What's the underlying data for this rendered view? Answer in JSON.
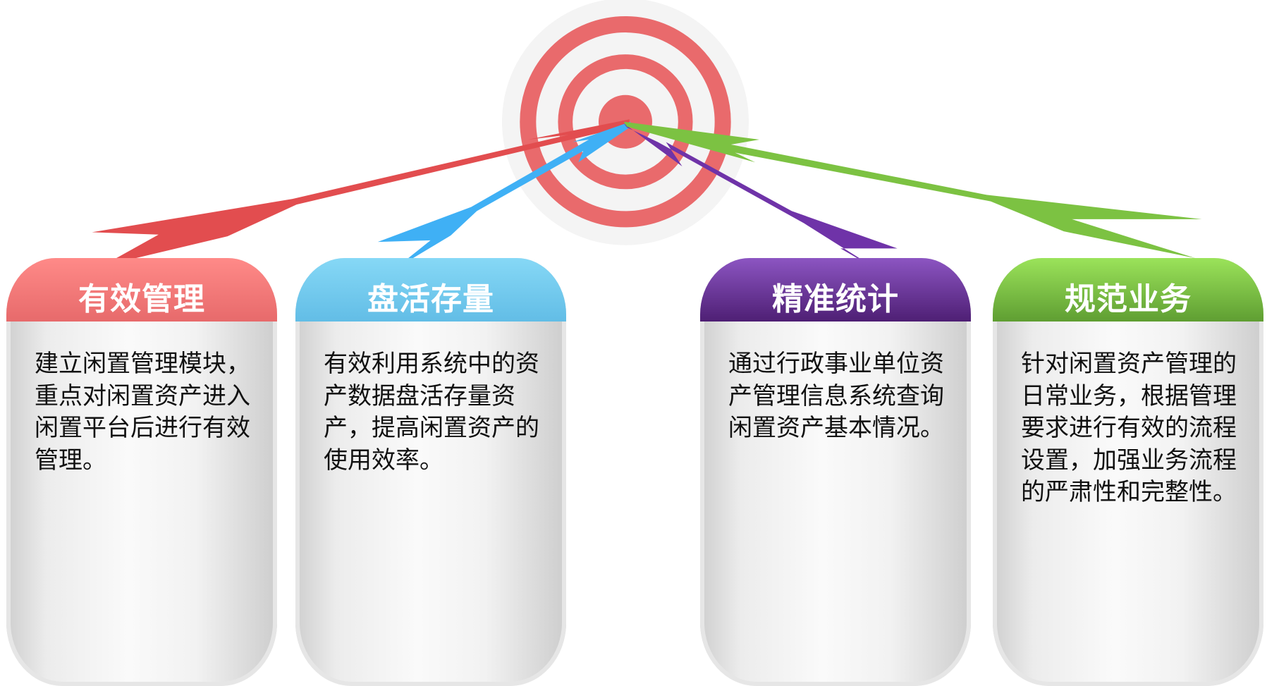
{
  "colors": {
    "red": "#e24d4f",
    "blue": "#3fb0f5",
    "purple": "#6a2fa0",
    "green": "#7cc242",
    "target": "#e96a6c"
  },
  "cards": [
    {
      "title": "有效管理",
      "text": "建立闲置管理模块，重点对闲置资产进入闲置平台后进行有效管理。"
    },
    {
      "title": "盘活存量",
      "text": "有效利用系统中的资产数据盘活存量资产，提高闲置资产的使用效率。"
    },
    {
      "title": "精准统计",
      "text": "通过行政事业单位资产管理信息系统查询闲置资产基本情况。"
    },
    {
      "title": "规范业务",
      "text": "针对闲置资产管理的日常业务，根据管理要求进行有效的流程设置，加强业务流程的严肃性和完整性。"
    }
  ]
}
